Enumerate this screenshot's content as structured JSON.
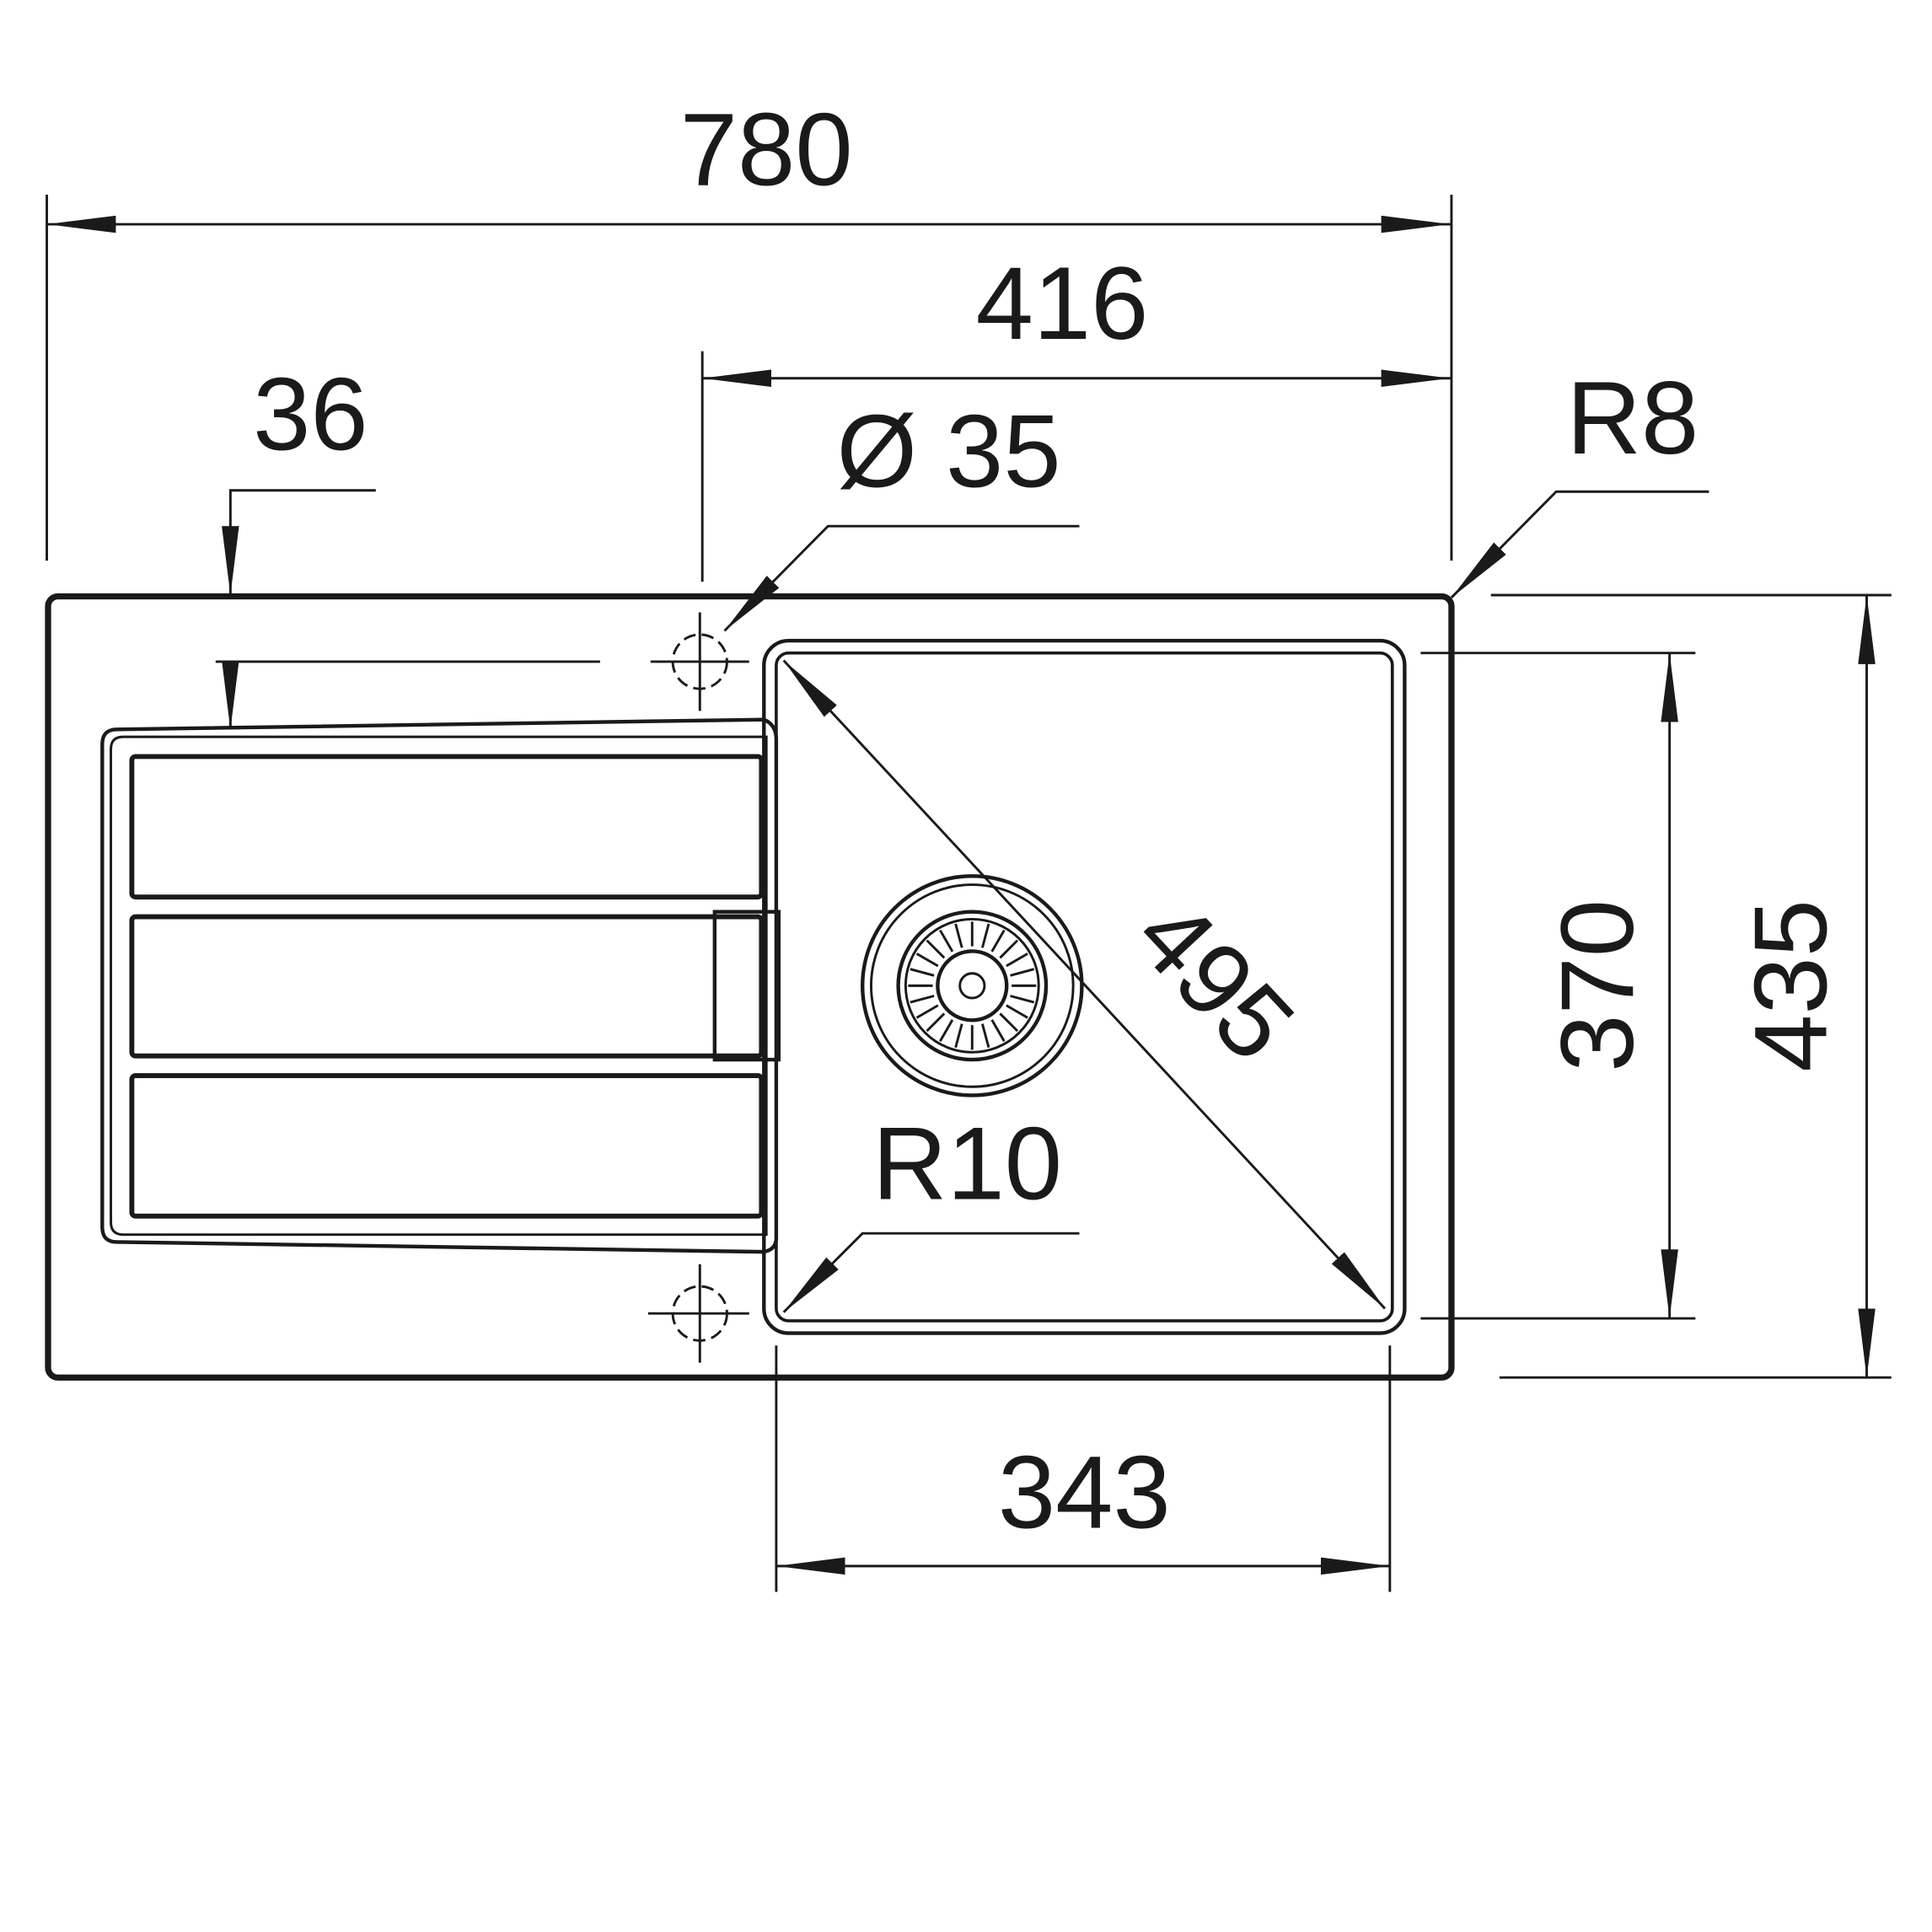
{
  "drawing": {
    "title": "Sink with drainer — dimension drawing",
    "dimensions": {
      "overall_width": "780",
      "bowl_outer_width": "416",
      "tap_hole_offset": "36",
      "tap_hole_diameter": "Ø 35",
      "corner_radius_outer": "R8",
      "bowl_diagonal": "495",
      "bowl_depth": "370",
      "overall_depth": "435",
      "bowl_corner_radius": "R10",
      "bowl_width": "343"
    },
    "colors": {
      "line": "#1a1a1a",
      "background": "#ffffff"
    }
  }
}
